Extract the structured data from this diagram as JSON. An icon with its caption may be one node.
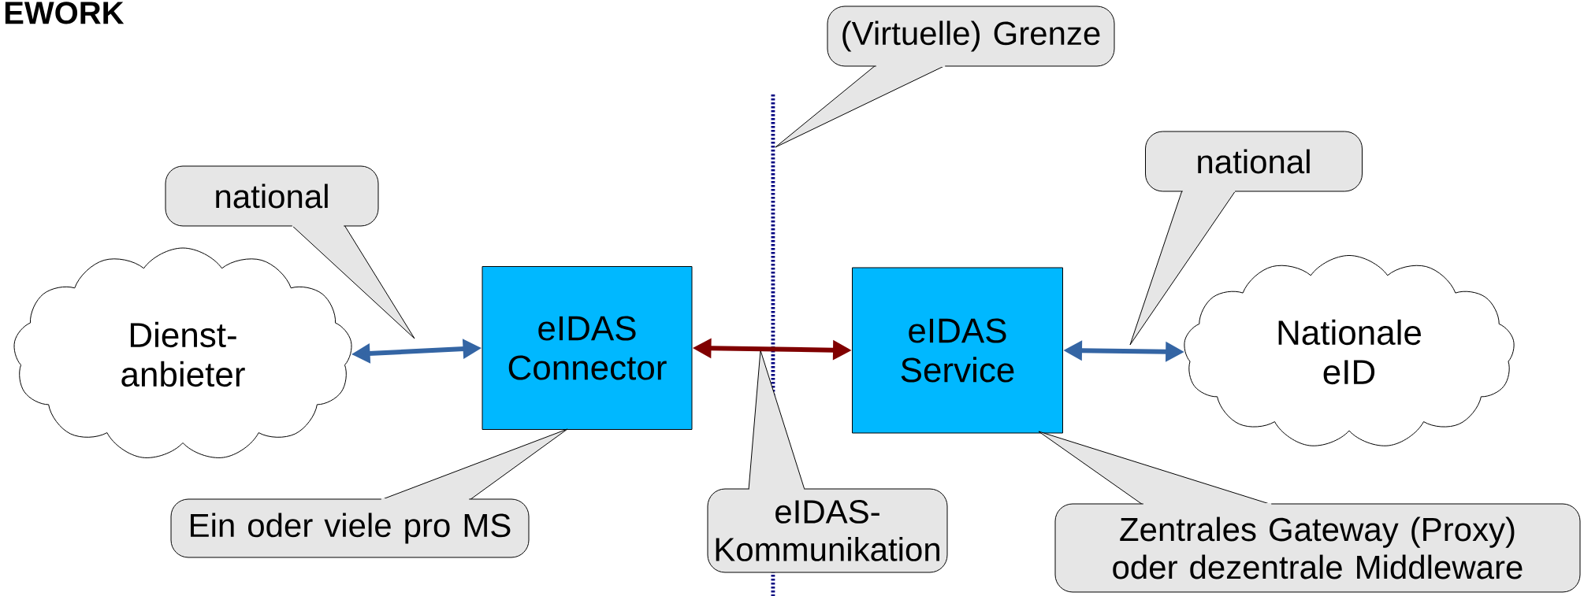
{
  "diagram": {
    "title": "EWORK",
    "nodes": [
      {
        "text": [
          "Dienst- anbieter"
        ]
      },
      {
        "text": [
          "eIDAS Connector"
        ]
      },
      {
        "text": [
          "eIDAS Service"
        ]
      },
      {
        "text": [
          "Nationale eID"
        ]
      },
      {
        "text": [
          "national"
        ]
      },
      {
        "text": [
          "(Virtuelle) Grenze"
        ]
      },
      {
        "text": [
          "national"
        ]
      },
      {
        "text": [
          "Ein oder viele pro MS"
        ]
      },
      {
        "text": [
          "eIDAS- Kommunikation"
        ]
      },
      {
        "text": [
          "Zentrales Gateway (Proxy) oder dezentrale Middleware"
        ]
      }
    ],
    "edges": [
      {
        "from": 0,
        "to": 1,
        "arrow": "both",
        "color": "#3465a4"
      },
      {
        "from": 1,
        "to": 2,
        "arrow": "both",
        "color": "#800000"
      },
      {
        "from": 2,
        "to": 3,
        "arrow": "both",
        "color": "#3465a4"
      }
    ]
  }
}
